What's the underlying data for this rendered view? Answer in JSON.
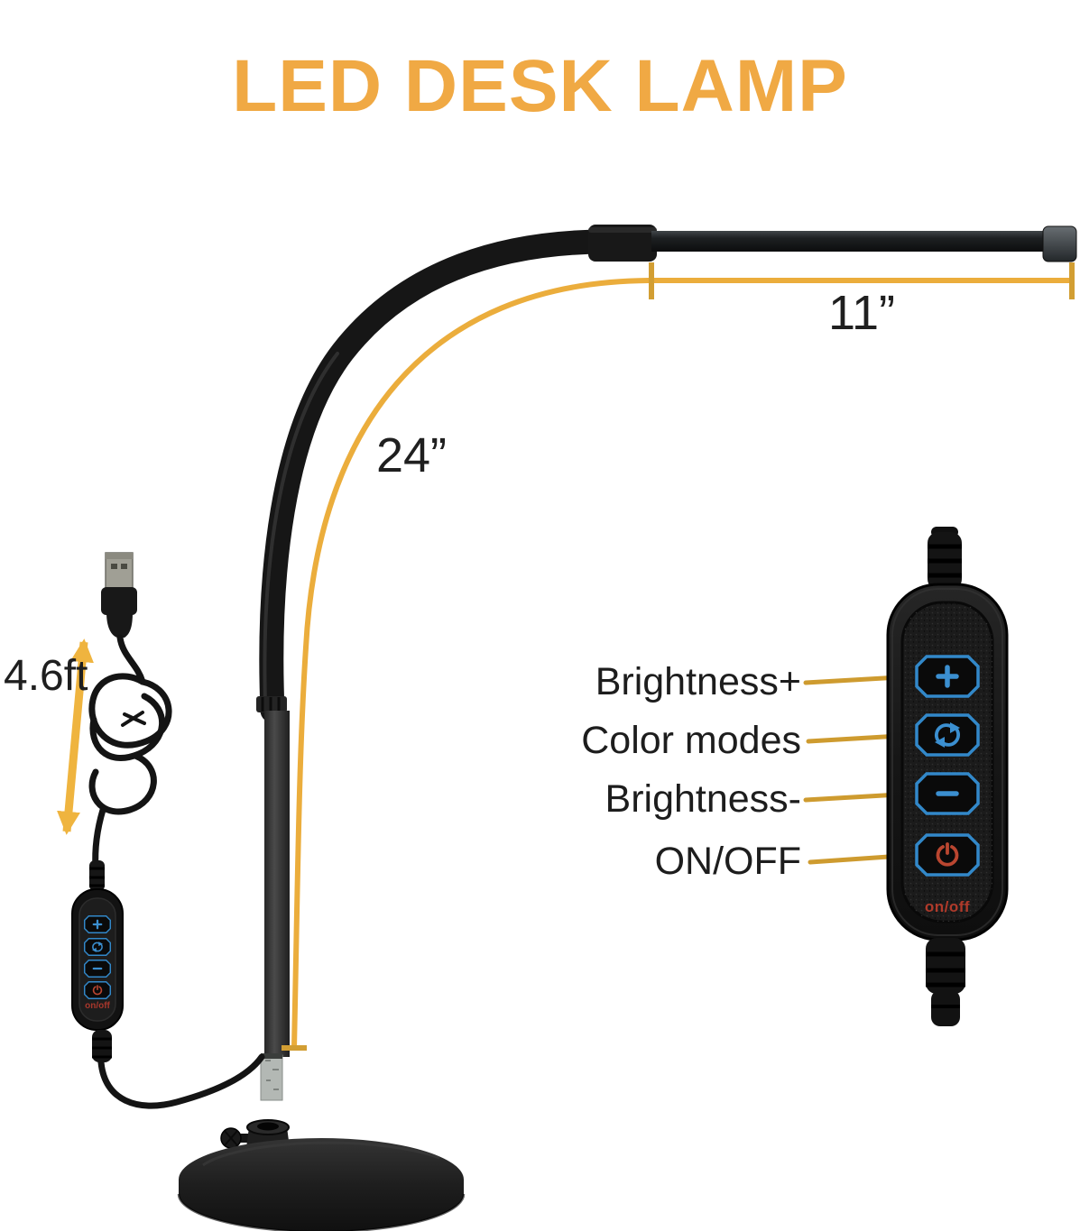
{
  "title": "LED DESK LAMP",
  "annotations": {
    "head_length": "11”",
    "arm_length": "24”",
    "cable_length": "4.6ft"
  },
  "callouts": [
    {
      "label": "Brightness+"
    },
    {
      "label": "Color modes"
    },
    {
      "label": "Brightness-"
    },
    {
      "label": "ON/OFF"
    }
  ],
  "controller": {
    "onoff_label": "on/off",
    "buttons": [
      {
        "name": "brightness-plus-button",
        "icon": "plus-icon"
      },
      {
        "name": "color-modes-button",
        "icon": "cycle-arrows-icon"
      },
      {
        "name": "brightness-minus-button",
        "icon": "minus-icon"
      },
      {
        "name": "power-button",
        "icon": "power-icon"
      }
    ]
  },
  "colors": {
    "accent_gold": "#F0A944",
    "dimension_gold": "#EBAD3C",
    "leader_gold": "#CE9B2F",
    "button_blue": "#3288C9",
    "power_red": "#BA4630",
    "text_dark": "#1D1D1D"
  }
}
